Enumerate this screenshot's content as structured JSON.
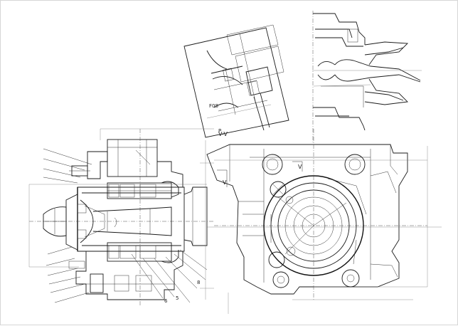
{
  "drawing": {
    "section_labels": {
      "section_vv": "V-V",
      "mark_left": "V",
      "mark_right": "V"
    },
    "callouts": {
      "num_6": "6",
      "num_5": "5",
      "num_8": "8"
    }
  }
}
